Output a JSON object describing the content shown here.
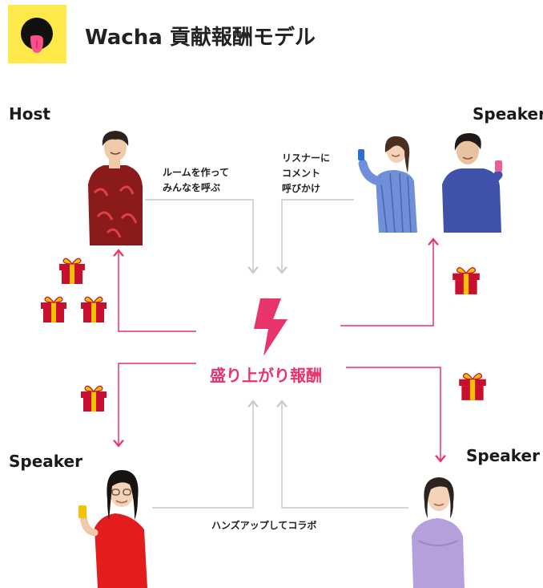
{
  "header": {
    "title": "Wacha 貢献報酬モデル"
  },
  "roles": {
    "host": "Host",
    "speaker_top_right": "Speaker",
    "speaker_bottom_left": "Speaker",
    "speaker_bottom_right": "Speaker"
  },
  "captions": {
    "host_action": [
      "ルームを作って",
      "みんなを呼ぶ"
    ],
    "speaker_action": [
      "リスナーに",
      "コメント",
      "呼びかけ"
    ],
    "collab": "ハンズアップしてコラボ"
  },
  "center": {
    "label": "盛り上がり報酬",
    "icon": "lightning-bolt-icon"
  },
  "colors": {
    "accent": "#E8336B",
    "logo_bg": "#FFE94A",
    "gift_red": "#C8102E",
    "gift_ribbon": "#F2C200",
    "gray_line": "#c8c8c8"
  }
}
